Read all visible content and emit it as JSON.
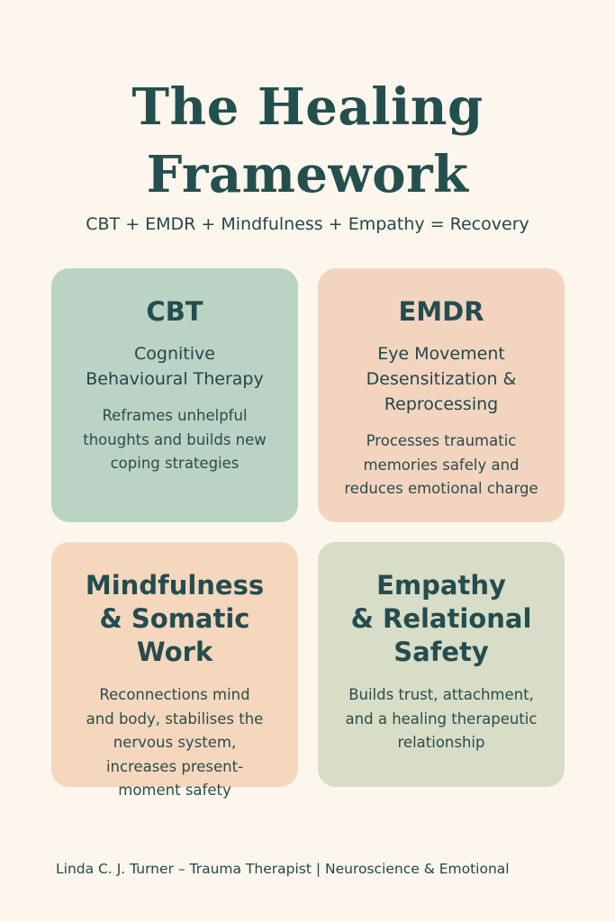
{
  "header": {
    "title_line1": "The Healing",
    "title_line2": "Framework",
    "subtitle": "CBT + EMDR + Mindfulness + Empathy = Recovery"
  },
  "cards": [
    {
      "title_lines": [
        "CBT"
      ],
      "subtitle_lines": [
        "Cognitive",
        "Behavioural Therapy"
      ],
      "description_lines": [
        "Reframes unhelpful",
        "thoughts and builds new",
        "coping strategies"
      ],
      "color": "#bad3c4"
    },
    {
      "title_lines": [
        "EMDR"
      ],
      "subtitle_lines": [
        "Eye Movement",
        "Desensitization &",
        "Reprocessing"
      ],
      "description_lines": [
        "Processes traumatic",
        "memories safely and",
        "reduces emotional charge"
      ],
      "color": "#f3d4bf"
    },
    {
      "title_lines": [
        "Mindfulness",
        "& Somatic Work"
      ],
      "description_lines": [
        "Reconnections mind",
        "and body, stabilises the",
        "nervous system,",
        "increases present-",
        "moment safety"
      ],
      "color": "#f5d7bd"
    },
    {
      "title_lines": [
        "Empathy",
        "& Relational",
        "Safety"
      ],
      "description_lines": [
        "Builds trust, attachment,",
        "and a healing therapeutic",
        "relationship"
      ],
      "color": "#d7ddc6"
    }
  ],
  "footer": {
    "text": "Linda C. J. Turner – Trauma Therapist | Neuroscience & Emotional"
  }
}
